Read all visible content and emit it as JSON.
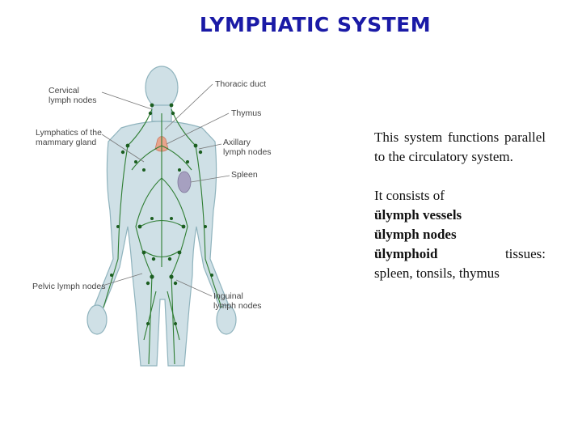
{
  "title": "LYMPHATIC SYSTEM",
  "figure": {
    "labels": {
      "cervical": [
        "Cervical",
        "lymph nodes"
      ],
      "thoracic_duct": "Thoracic duct",
      "thymus": "Thymus",
      "mammary": [
        "Lymphatics of the",
        "mammary gland"
      ],
      "axillary": [
        "Axillary",
        "lymph nodes"
      ],
      "spleen": "Spleen",
      "pelvic": "Pelvic lymph nodes",
      "inguinal": [
        "Inguinal",
        "lymph nodes"
      ]
    },
    "colors": {
      "body": "#cfe0e6",
      "outline": "#8fb3bd",
      "vessel": "#2e7d32",
      "node": "#1b5e20",
      "thymus": "#e8a48c",
      "spleen": "#a6a0c0"
    }
  },
  "text": {
    "para1": "This system functions parallel to the circulatory system.",
    "para2_intro": "It consists of",
    "check": "ü",
    "bullets": [
      "lymph vessels",
      "lymph nodes",
      "lymphoid"
    ],
    "bullet3_tail": "tissues:",
    "bullet3_cont": "spleen, tonsils, thymus"
  }
}
